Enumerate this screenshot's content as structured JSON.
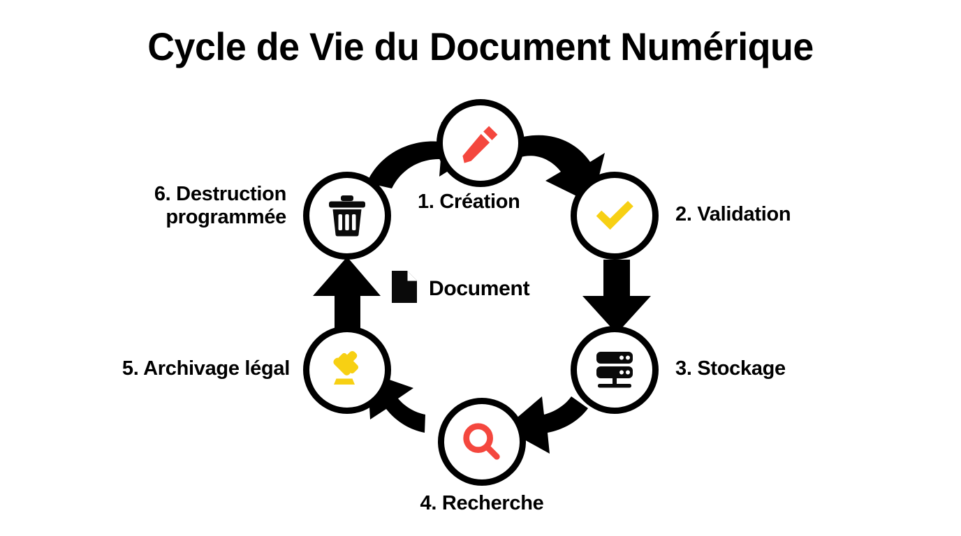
{
  "page": {
    "title": "Cycle de Vie du Document Numérique",
    "background_color": "#ffffff"
  },
  "center": {
    "icon": "document-file-icon",
    "label": "Document",
    "color": "#000000"
  },
  "colors": {
    "stroke": "#000000",
    "red": "#F4473E",
    "yellow": "#F7D013",
    "black": "#0A0A0A",
    "white": "#ffffff"
  },
  "cycle": {
    "direction": "clockwise",
    "node_count": 6,
    "nodes": [
      {
        "step": "1",
        "label": "1. Création",
        "icon": "pencil-icon",
        "icon_color": "#F4473E",
        "position": "top"
      },
      {
        "step": "2",
        "label": "2. Validation",
        "icon": "check-mark-icon",
        "icon_color": "#F7D013",
        "position": "top-right"
      },
      {
        "step": "3",
        "label": "3. Stockage",
        "icon": "server-storage-icon",
        "icon_color": "#0A0A0A",
        "position": "bottom-right"
      },
      {
        "step": "4",
        "label": "4. Recherche",
        "icon": "magnifying-glass-icon",
        "icon_color": "#F4473E",
        "position": "bottom"
      },
      {
        "step": "5",
        "label": "5. Archivage légal",
        "icon": "gavel-icon",
        "icon_color": "#F7D013",
        "position": "bottom-left"
      },
      {
        "step": "6",
        "label": "6. Destruction programmée",
        "label_line1": "6. Destruction",
        "label_line2": "programmée",
        "icon": "trash-can-icon",
        "icon_color": "#0A0A0A",
        "position": "top-left"
      }
    ],
    "arrows": [
      {
        "from": "1. Création",
        "to": "2. Validation"
      },
      {
        "from": "2. Validation",
        "to": "3. Stockage"
      },
      {
        "from": "3. Stockage",
        "to": "4. Recherche"
      },
      {
        "from": "4. Recherche",
        "to": "5. Archivage légal"
      },
      {
        "from": "5. Archivage légal",
        "to": "6. Destruction programmée"
      },
      {
        "from": "6. Destruction programmée",
        "to": "1. Création"
      }
    ]
  }
}
